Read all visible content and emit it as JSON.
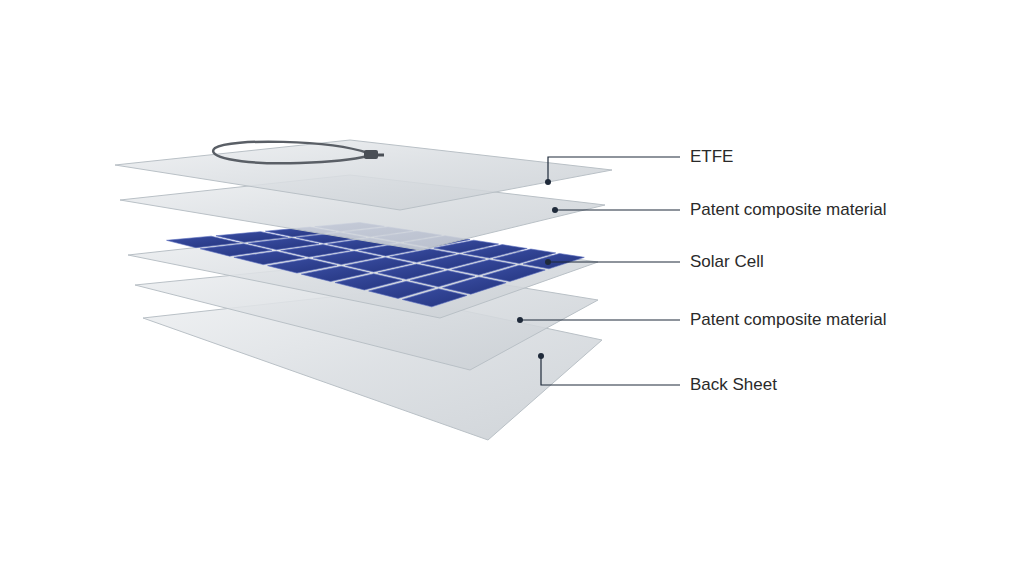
{
  "diagram": {
    "labels": [
      "ETFE",
      "Patent composite material",
      "Solar Cell",
      "Patent composite material",
      "Back Sheet"
    ]
  }
}
